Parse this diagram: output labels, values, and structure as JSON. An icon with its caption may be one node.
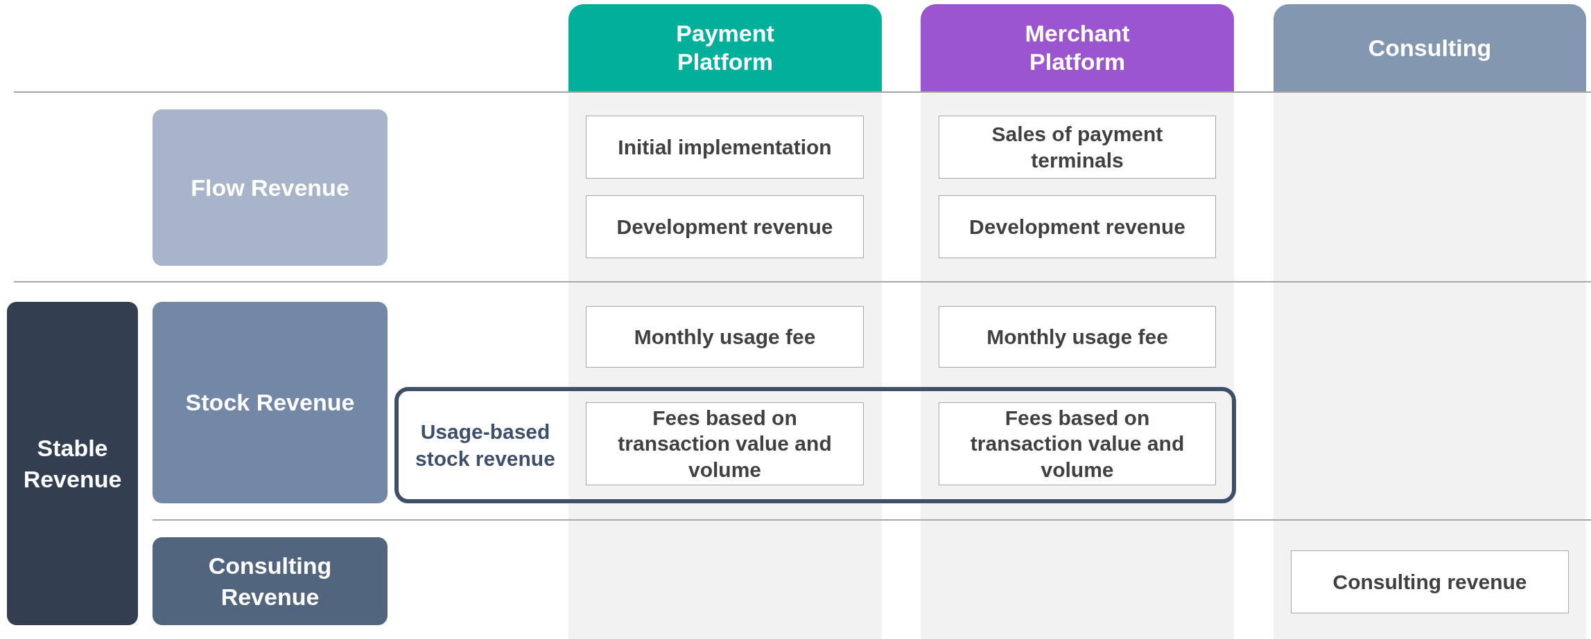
{
  "diagram": {
    "nodes": [
      {
        "text": [
          "Payment Platform"
        ]
      },
      {
        "text": [
          "Merchant Platform"
        ]
      },
      {
        "text": [
          "Consulting"
        ]
      },
      {
        "text": [
          "Flow Revenue"
        ]
      },
      {
        "text": [
          "Stable Revenue"
        ]
      },
      {
        "text": [
          "Stock Revenue"
        ]
      },
      {
        "text": [
          "Usage-based stock revenue"
        ]
      },
      {
        "text": [
          "Consulting Revenue"
        ]
      },
      {
        "text": [
          "Initial implementation"
        ]
      },
      {
        "text": [
          "Sales of payment terminals"
        ]
      },
      {
        "text": [
          "Development revenue"
        ]
      },
      {
        "text": [
          "Development revenue"
        ]
      },
      {
        "text": [
          "Monthly usage fee"
        ]
      },
      {
        "text": [
          "Monthly usage fee"
        ]
      },
      {
        "text": [
          "Fees based on transaction value and volume"
        ],
        "in": 6
      },
      {
        "text": [
          "Fees based on transaction value and volume"
        ],
        "in": 6
      },
      {
        "text": [
          "Consulting revenue"
        ]
      }
    ],
    "edges": []
  }
}
